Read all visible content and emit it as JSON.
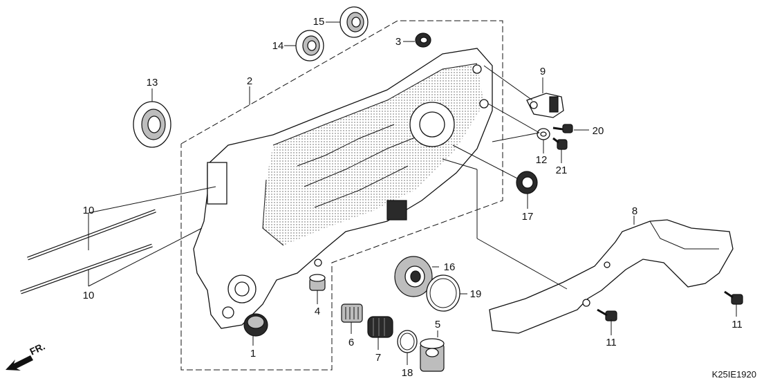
{
  "front_label": "FR.",
  "diagram_code": "K25IE1920",
  "callouts": {
    "1": "1",
    "2": "2",
    "3": "3",
    "4": "4",
    "5": "5",
    "6": "6",
    "7": "7",
    "8": "8",
    "9": "9",
    "12": "12",
    "13": "13",
    "14": "14",
    "15": "15",
    "16": "16",
    "17": "17",
    "18": "18",
    "19": "19",
    "20": "20",
    "21": "21",
    "10a": "10",
    "10b": "10",
    "11a": "11",
    "11b": "11"
  }
}
